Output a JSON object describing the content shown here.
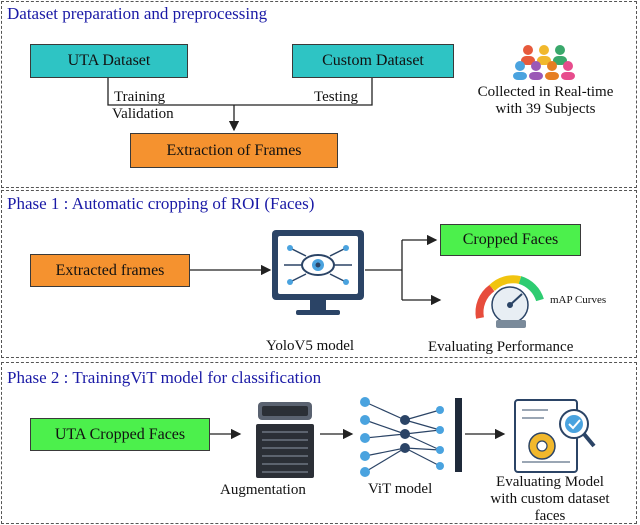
{
  "section1": {
    "title": "Dataset preparation and preprocessing",
    "uta_dataset": "UTA Dataset",
    "custom_dataset": "Custom Dataset",
    "training": "Training",
    "validation": "Validation",
    "testing": "Testing",
    "extraction": "Extraction of Frames",
    "collected_line1": "Collected in Real-time",
    "collected_line2": "with 39 Subjects"
  },
  "section2": {
    "title": "Phase 1 : Automatic cropping of ROI (Faces)",
    "extracted_frames": "Extracted frames",
    "model_label": "YoloV5 model",
    "cropped_faces": "Cropped Faces",
    "map_curves": "mAP Curves",
    "evaluating": "Evaluating Performance"
  },
  "section3": {
    "title": "Phase 2 : TrainingViT model for classification",
    "uta_cropped": "UTA Cropped Faces",
    "augmentation": "Augmentation",
    "vit_model": "ViT model",
    "eval_line1": "Evaluating Model",
    "eval_line2": "with custom dataset",
    "eval_line3": "faces"
  },
  "colors": {
    "title": "#1a1aa6",
    "teal": "#2ec4c4",
    "orange": "#f5922f",
    "green": "#4cf04c"
  }
}
